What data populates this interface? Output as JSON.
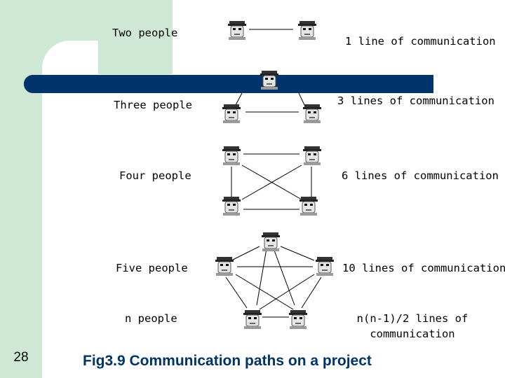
{
  "slide_number": "28",
  "caption": "Fig3.9 Communication paths on a project",
  "rows": [
    {
      "people": "Two people",
      "lines": "1 line of communication"
    },
    {
      "people": "Three people",
      "lines": "3 lines of communication"
    },
    {
      "people": "Four people",
      "lines": "6 lines of communication"
    },
    {
      "people": "Five people",
      "lines": "10 lines of communication"
    },
    {
      "people": "n people",
      "lines_1": "n(n-1)/2 lines of",
      "lines_2": "communication"
    }
  ],
  "colors": {
    "sidebar": "#cfe8d6",
    "title_bar": "#00346a",
    "caption_text": "#003366"
  },
  "icon": "person-with-cap-icon"
}
